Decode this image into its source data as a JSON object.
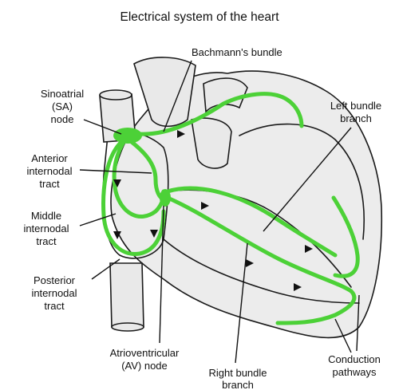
{
  "title": "Electrical system of the heart",
  "labels": {
    "bachmann": "Bachmann's bundle",
    "sa_line1": "Sinoatrial",
    "sa_line2": "(SA)",
    "sa_line3": "node",
    "left_bundle_line1": "Left bundle",
    "left_bundle_line2": "branch",
    "anterior_line1": "Anterior",
    "anterior_line2": "internodal",
    "anterior_line3": "tract",
    "middle_line1": "Middle",
    "middle_line2": "internodal",
    "middle_line3": "tract",
    "posterior_line1": "Posterior",
    "posterior_line2": "internodal",
    "posterior_line3": "tract",
    "av_line1": "Atrioventricular",
    "av_line2": "(AV) node",
    "right_bundle_line1": "Right bundle",
    "right_bundle_line2": "branch",
    "conduction_line1": "Conduction",
    "conduction_line2": "pathways"
  },
  "colors": {
    "conduction": "#4cd137",
    "outline": "#1a1a1a",
    "tissue": "#ececec"
  }
}
